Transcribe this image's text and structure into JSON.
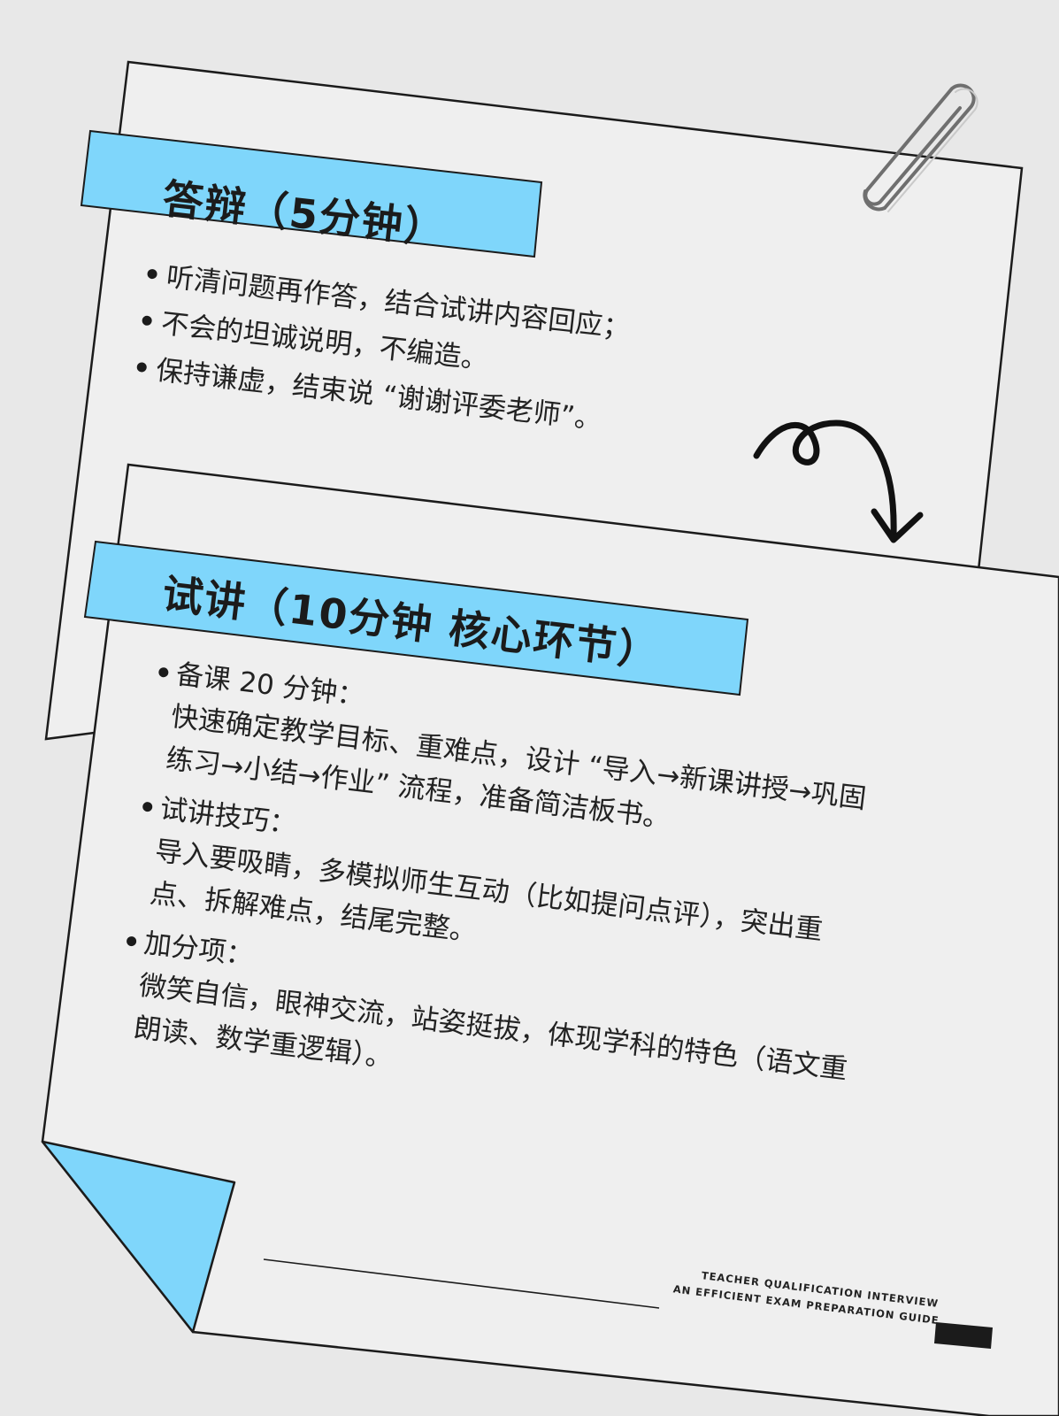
{
  "card_defense": {
    "title": "答辩（5分钟）",
    "bullets": [
      "听清问题再作答，结合试讲内容回应；",
      "不会的坦诚说明，不编造。",
      "保持谦虚，结束说 “谢谢评委老师”。"
    ]
  },
  "card_lecture": {
    "title": "试讲（10分钟 核心环节）",
    "sections": [
      {
        "heading": "备课 20 分钟：",
        "lines": [
          "快速确定教学目标、重难点，设计 “导入→新课讲授→巩固",
          "练习→小结→作业” 流程，准备简洁板书。"
        ]
      },
      {
        "heading": "试讲技巧：",
        "lines": [
          "导入要吸睛，多模拟师生互动（比如提问点评），突出重",
          "点、拆解难点，结尾完整。"
        ]
      },
      {
        "heading": "加分项：",
        "lines": [
          "微笑自信，眼神交流，站姿挺拔，体现学科的特色（语文重",
          "朗读、数学重逻辑）。"
        ]
      }
    ]
  },
  "footer": {
    "line1": "TEACHER QUALIFICATION INTERVIEW",
    "line2": "AN EFFICIENT EXAM PREPARATION GUIDE"
  },
  "colors": {
    "background": "#e8e8e8",
    "paper": "#efefef",
    "accent": "#7fd6fb",
    "ink": "#1b1b1b"
  },
  "icons": [
    "paperclip-icon",
    "curly-arrow-icon"
  ]
}
